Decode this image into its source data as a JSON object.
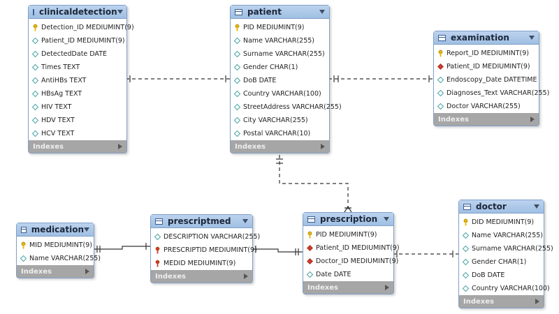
{
  "tables": {
    "clinicaldetection": {
      "title": "clinicaldetection",
      "footer": "Indexes",
      "columns": [
        {
          "name": "Detection_ID MEDIUMINT(9)",
          "kind": "pk"
        },
        {
          "name": "Patient_ID MEDIUMINT(9)",
          "kind": "attr"
        },
        {
          "name": "DetectedDate DATE",
          "kind": "attr"
        },
        {
          "name": "Times TEXT",
          "kind": "attr"
        },
        {
          "name": "AntiHBs TEXT",
          "kind": "attr"
        },
        {
          "name": "HBsAg TEXT",
          "kind": "attr"
        },
        {
          "name": "HIV TEXT",
          "kind": "attr"
        },
        {
          "name": "HDV TEXT",
          "kind": "attr"
        },
        {
          "name": "HCV TEXT",
          "kind": "attr"
        }
      ]
    },
    "patient": {
      "title": "patient",
      "footer": "Indexes",
      "columns": [
        {
          "name": "PID MEDIUMINT(9)",
          "kind": "pk"
        },
        {
          "name": "Name VARCHAR(255)",
          "kind": "attr"
        },
        {
          "name": "Surname VARCHAR(255)",
          "kind": "attr"
        },
        {
          "name": "Gender CHAR(1)",
          "kind": "attr"
        },
        {
          "name": "DoB DATE",
          "kind": "attr"
        },
        {
          "name": "Country VARCHAR(100)",
          "kind": "attr"
        },
        {
          "name": "StreetAddress VARCHAR(255)",
          "kind": "attr"
        },
        {
          "name": "City VARCHAR(255)",
          "kind": "attr"
        },
        {
          "name": "Postal VARCHAR(10)",
          "kind": "attr"
        }
      ]
    },
    "examination": {
      "title": "examination",
      "footer": "Indexes",
      "columns": [
        {
          "name": "Report_ID MEDIUMINT(9)",
          "kind": "pk"
        },
        {
          "name": "Patient_ID MEDIUMINT(9)",
          "kind": "fk"
        },
        {
          "name": "Endoscopy_Date DATETIME",
          "kind": "attr"
        },
        {
          "name": "Diagnoses_Text VARCHAR(255)",
          "kind": "attr"
        },
        {
          "name": "Doctor VARCHAR(255)",
          "kind": "attr"
        }
      ]
    },
    "medication": {
      "title": "medication",
      "footer": "Indexes",
      "columns": [
        {
          "name": "MID MEDIUMINT(9)",
          "kind": "pk"
        },
        {
          "name": "Name VARCHAR(255)",
          "kind": "attr"
        }
      ]
    },
    "prescriptmed": {
      "title": "prescriptmed",
      "footer": "Indexes",
      "columns": [
        {
          "name": "DESCRIPTION VARCHAR(255)",
          "kind": "attr"
        },
        {
          "name": "PRESCRIPTID MEDIUMINT(9)",
          "kind": "pkfk"
        },
        {
          "name": "MEDID MEDIUMINT(9)",
          "kind": "pkfk"
        }
      ]
    },
    "prescription": {
      "title": "prescription",
      "footer": "Indexes",
      "columns": [
        {
          "name": "PID MEDIUMINT(9)",
          "kind": "pk"
        },
        {
          "name": "Patient_ID MEDIUMINT(9)",
          "kind": "fk"
        },
        {
          "name": "Doctor_ID MEDIUMINT(9)",
          "kind": "fk"
        },
        {
          "name": "Date DATE",
          "kind": "attr"
        }
      ]
    },
    "doctor": {
      "title": "doctor",
      "footer": "Indexes",
      "columns": [
        {
          "name": "DID MEDIUMINT(9)",
          "kind": "pk"
        },
        {
          "name": "Name VARCHAR(255)",
          "kind": "attr"
        },
        {
          "name": "Surname VARCHAR(255)",
          "kind": "attr"
        },
        {
          "name": "Gender CHAR(1)",
          "kind": "attr"
        },
        {
          "name": "DoB DATE",
          "kind": "attr"
        },
        {
          "name": "Country VARCHAR(100)",
          "kind": "attr"
        }
      ]
    }
  },
  "relationships": [
    {
      "from": "patient",
      "to": "clinicaldetection",
      "identifying": false
    },
    {
      "from": "patient",
      "to": "examination",
      "identifying": false
    },
    {
      "from": "patient",
      "to": "prescription",
      "identifying": false
    },
    {
      "from": "doctor",
      "to": "prescription",
      "identifying": false
    },
    {
      "from": "prescription",
      "to": "prescriptmed",
      "identifying": true
    },
    {
      "from": "medication",
      "to": "prescriptmed",
      "identifying": true
    }
  ],
  "colors": {
    "header": "#a9c6e8",
    "border": "#7fa0c8",
    "footer": "#a6a6a6",
    "pk_key": "#e6b800",
    "fk_key": "#d03a2a",
    "attr_diamond": "#4aa3a3",
    "line": "#333333"
  }
}
